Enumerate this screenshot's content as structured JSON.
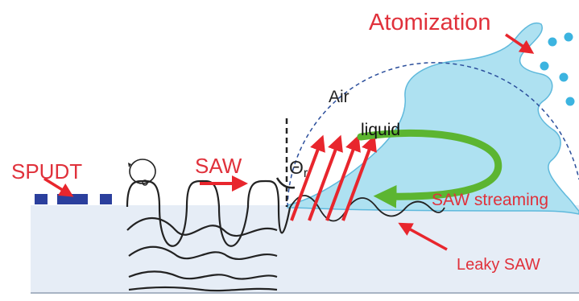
{
  "labels": {
    "atomization": "Atomization",
    "air": "Air",
    "liquid": "liquid",
    "saw": "SAW",
    "spudt": "SPUDT",
    "theta_symbol": "Θ",
    "theta_sub": "r",
    "saw_streaming": "SAW streaming",
    "leaky_saw": "Leaky SAW"
  },
  "colors": {
    "label_red": "#e0313b",
    "arrow_red": "#e8262d",
    "liquid_fill": "#aee1f1",
    "liquid_edge": "#5fb9dc",
    "droplet": "#3cb4e0",
    "streaming_green": "#5cb531",
    "electrode": "#2b3f9d",
    "substrate": "#e6edf6",
    "dome_dash": "#2c4f9c",
    "wave": "#222222"
  },
  "icons": {
    "electrode_blocks": "spudt-electrode-icon",
    "droplets": "atomized-droplet-icon",
    "orbit": "particle-orbit-icon"
  }
}
